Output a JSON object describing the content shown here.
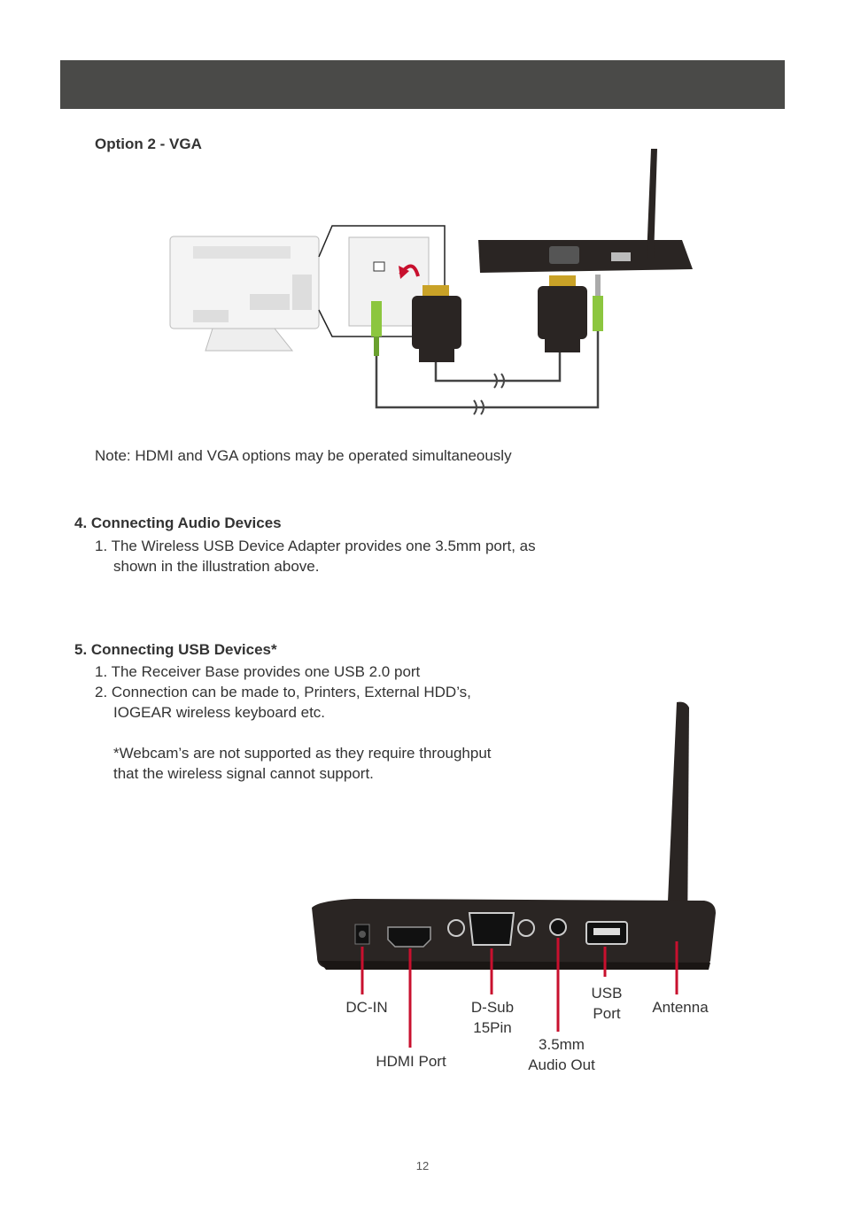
{
  "heading_option": "Option 2 - VGA",
  "note": "Note: HDMI and VGA options may be operated simultaneously",
  "section4": {
    "title": "4. Connecting Audio Devices",
    "item1_line1": "1. The Wireless USB Device Adapter provides one 3.5mm port, as",
    "item1_line2": "shown in the illustration above."
  },
  "section5": {
    "title": "5. Connecting USB Devices*",
    "item1": "1. The Receiver Base provides one USB 2.0 port",
    "item2_line1": "2. Connection can be made to, Printers, External HDD’s,",
    "item2_line2": "IOGEAR wireless keyboard etc.",
    "footnote_line1": "*Webcam’s are not supported as they require throughput",
    "footnote_line2": "that the wireless signal cannot support."
  },
  "labels": {
    "dcin": "DC-IN",
    "hdmi": "HDMI Port",
    "dsub_line1": "D-Sub",
    "dsub_line2": "15Pin",
    "audio_line1": "3.5mm",
    "audio_line2": "Audio Out",
    "usb_line1": "USB",
    "usb_line2": "Port",
    "antenna": "Antenna"
  },
  "page_number": "12",
  "colors": {
    "header": "#4a4a48",
    "callout": "#c8102e",
    "device": "#2a2523"
  }
}
